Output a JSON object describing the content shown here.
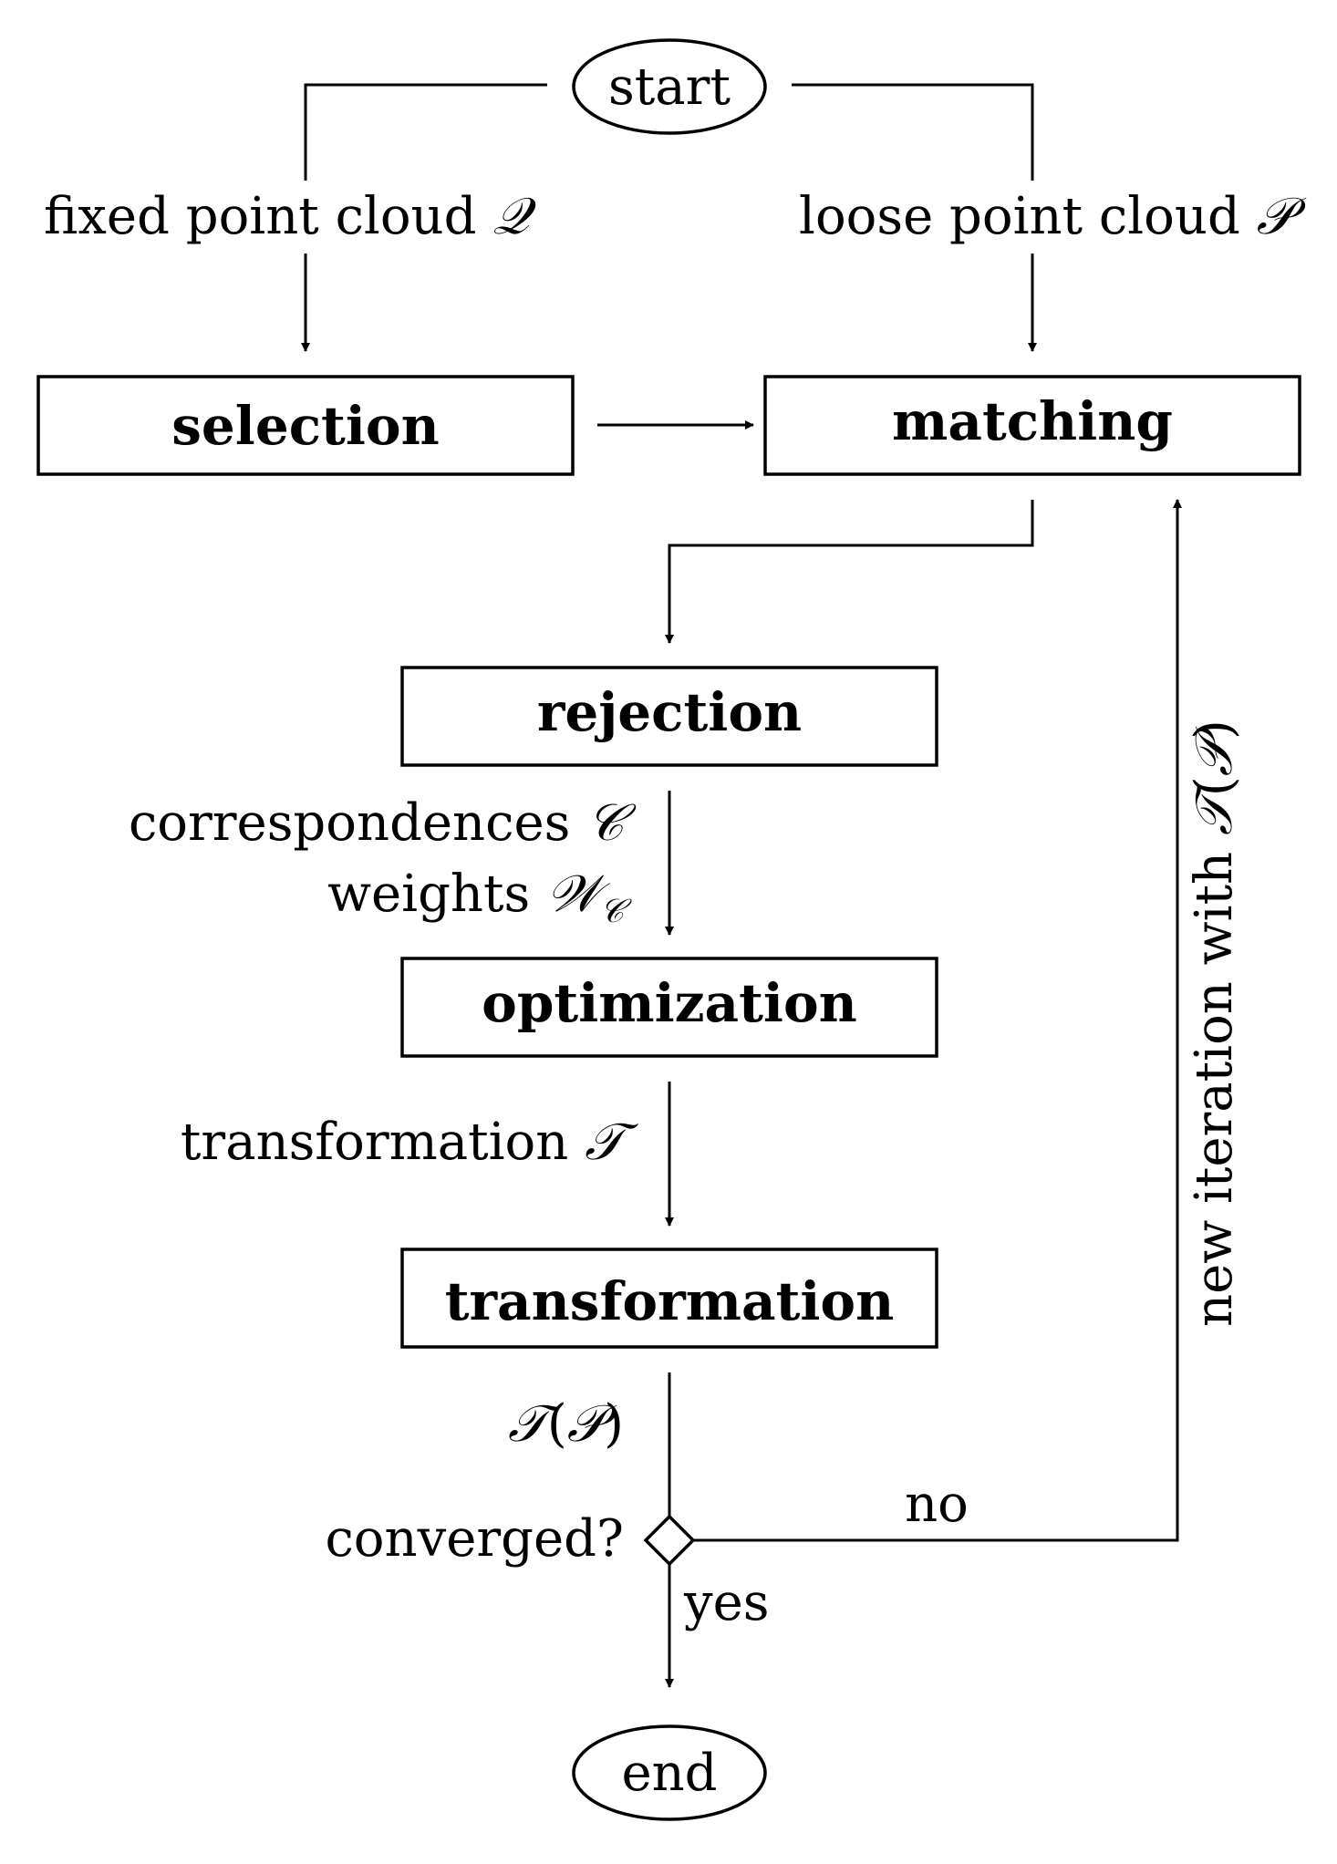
{
  "nodes": {
    "start": "start",
    "selection": "selection",
    "matching": "matching",
    "rejection": "rejection",
    "optimization": "optimization",
    "transformation": "transformation",
    "end": "end"
  },
  "labels": {
    "fixed_cloud": {
      "text": "fixed point cloud ",
      "symbol": "𝒬"
    },
    "loose_cloud": {
      "text": "loose point cloud ",
      "symbol": "𝒫"
    },
    "correspondences": {
      "text": "correspondences ",
      "symbol": "𝒞"
    },
    "weights": {
      "text": "weights ",
      "symbol": "𝒲",
      "subscript": "𝒞"
    },
    "transformation_t": {
      "text": "transformation ",
      "symbol": "𝒯"
    },
    "t_of_p": {
      "symbol": "𝒯",
      "open": "(",
      "arg": "𝒫",
      "close": ")"
    },
    "converged": "converged?",
    "no": "no",
    "yes": "yes",
    "new_iteration": {
      "text": "new iteration with ",
      "symbol": "𝒯",
      "open": "(",
      "arg": "𝒫",
      "close": ")"
    }
  }
}
